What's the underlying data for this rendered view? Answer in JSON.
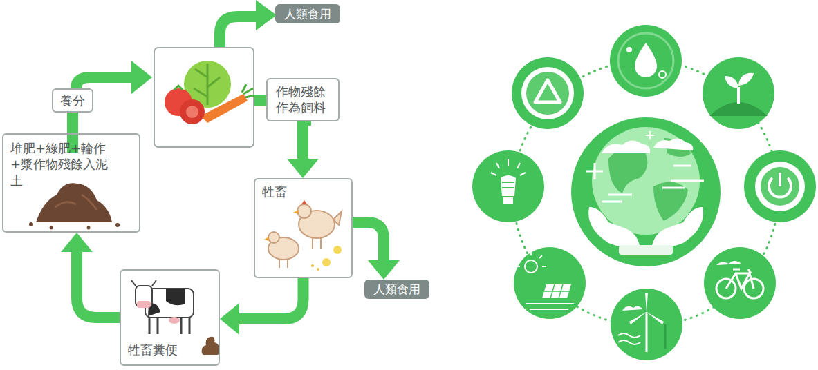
{
  "diagram": {
    "nodes": [
      {
        "text": [
          "堆肥+綠肥+輪作+漿作物殘餘入泥土"
        ]
      },
      {
        "text": [
          "養分"
        ]
      },
      {
        "text": [
          "人類食用"
        ]
      },
      {
        "text": [
          "作物殘餘 作為飼料"
        ]
      },
      {
        "text": [
          "牲畜"
        ]
      },
      {
        "text": [
          "人類食用"
        ]
      },
      {
        "text": [
          "牲畜糞便"
        ]
      }
    ],
    "edges": [
      {
        "from": 0,
        "to": 1,
        "arrow": "none"
      },
      {
        "from": 3,
        "to": 4,
        "arrow": "to"
      },
      {
        "from": 4,
        "to": 5,
        "arrow": "to"
      },
      {
        "from": 4,
        "to": 6,
        "arrow": "to"
      },
      {
        "from": 6,
        "to": 0,
        "arrow": "to"
      }
    ]
  }
}
